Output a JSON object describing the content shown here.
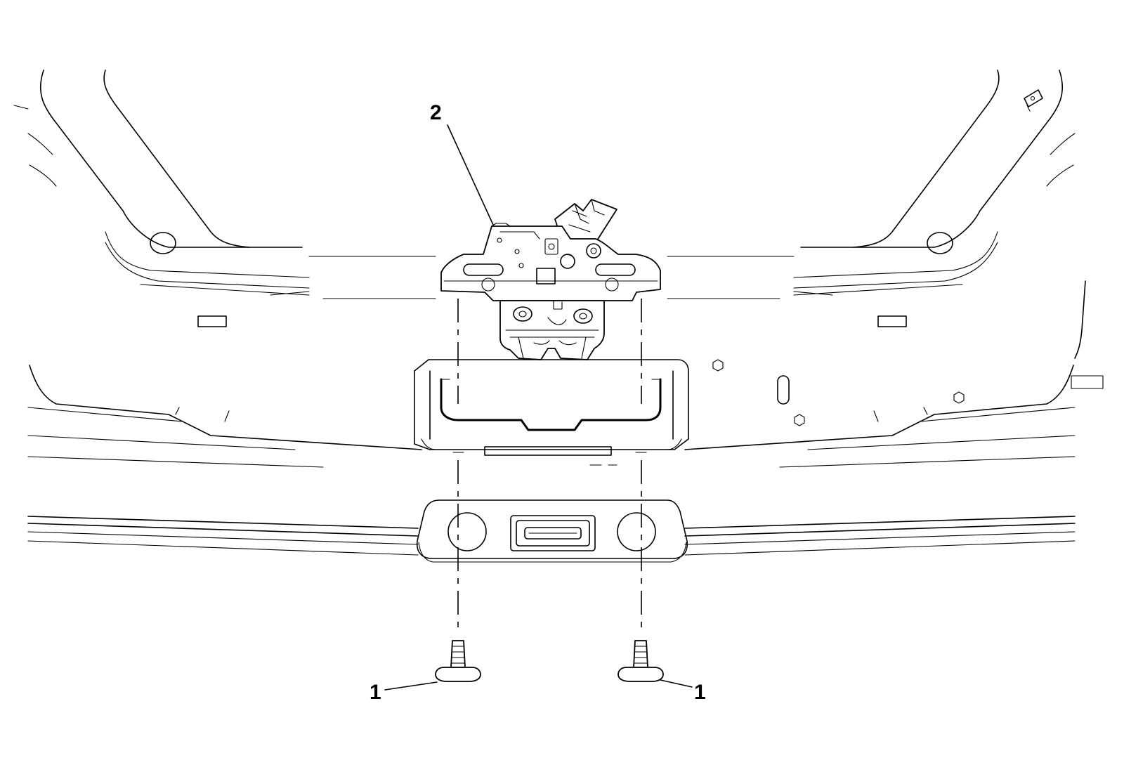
{
  "callouts": {
    "screw_left": "1",
    "screw_right": "1",
    "latch": "2"
  }
}
